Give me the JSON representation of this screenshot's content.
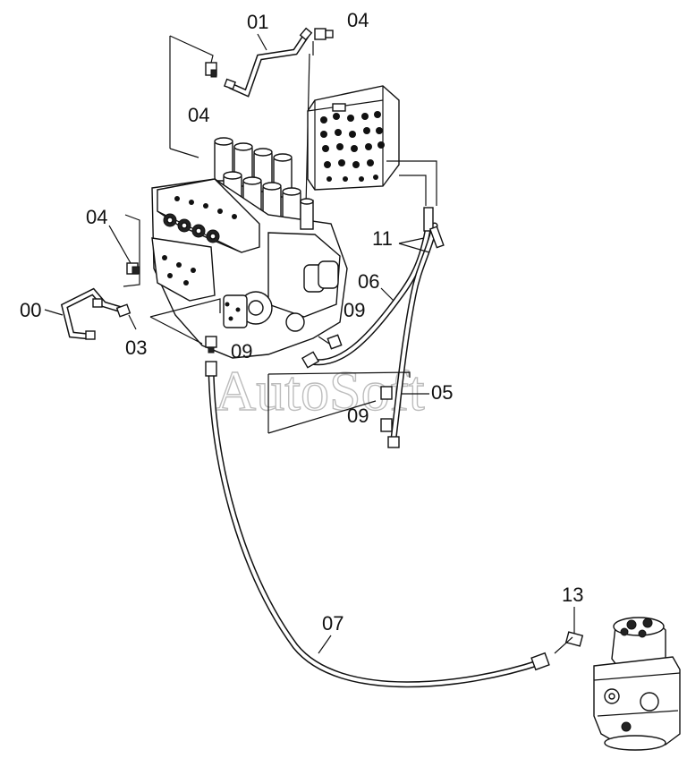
{
  "diagram": {
    "watermark": "AutoSoft",
    "callouts": [
      {
        "id": "c01",
        "label": "01"
      },
      {
        "id": "c04a",
        "label": "04"
      },
      {
        "id": "c04b",
        "label": "04"
      },
      {
        "id": "c04c",
        "label": "04"
      },
      {
        "id": "c11",
        "label": "11"
      },
      {
        "id": "c06",
        "label": "06"
      },
      {
        "id": "c00",
        "label": "00"
      },
      {
        "id": "c09a",
        "label": "09"
      },
      {
        "id": "c03",
        "label": "03"
      },
      {
        "id": "c09b",
        "label": "09"
      },
      {
        "id": "c05",
        "label": "05"
      },
      {
        "id": "c09c",
        "label": "09"
      },
      {
        "id": "c07",
        "label": "07"
      },
      {
        "id": "c13",
        "label": "13"
      }
    ]
  }
}
